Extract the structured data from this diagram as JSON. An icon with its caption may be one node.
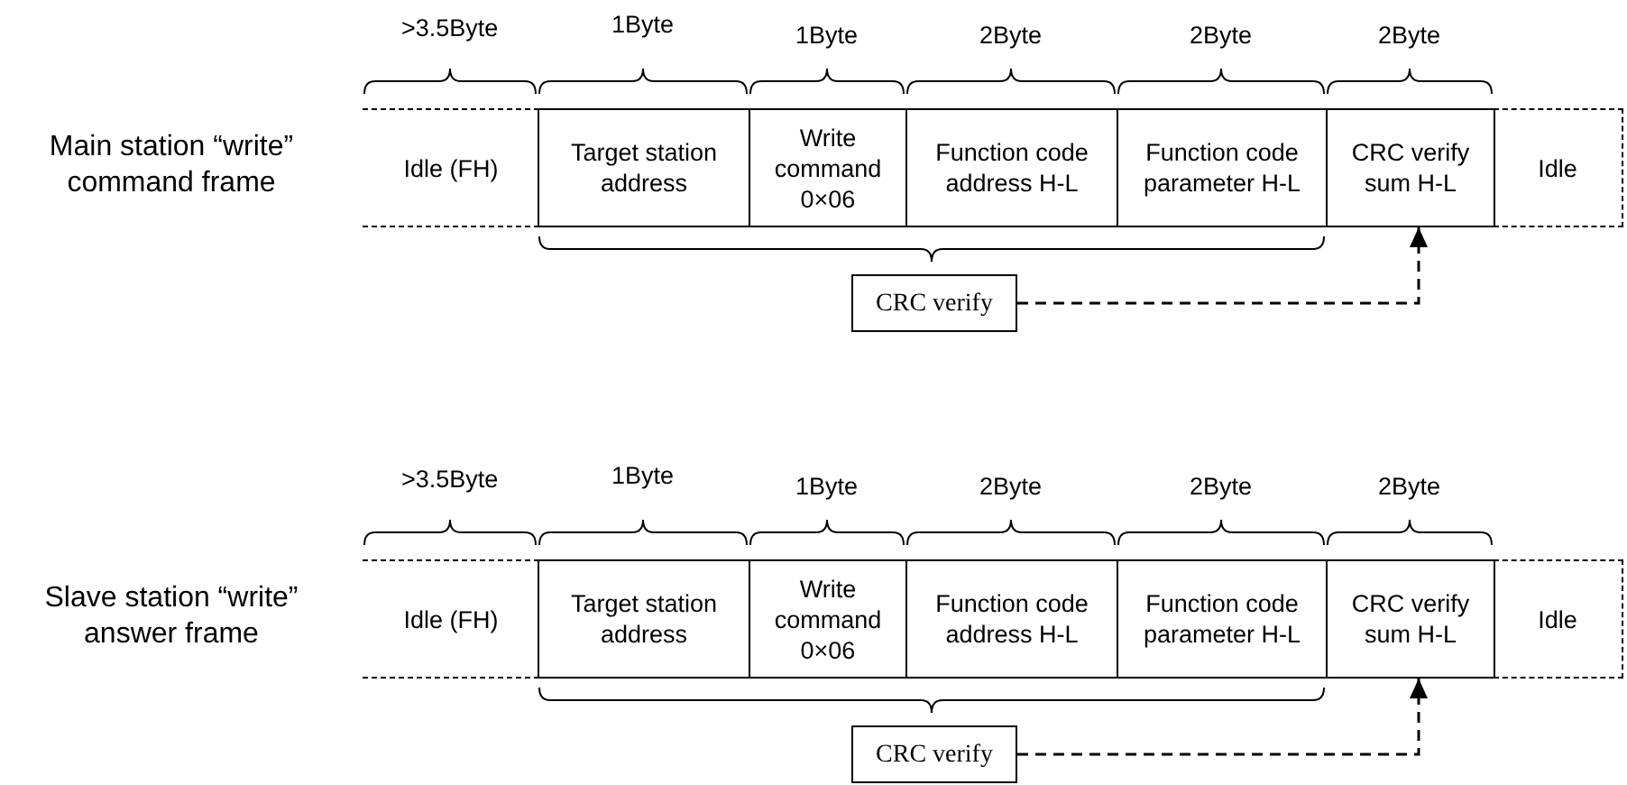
{
  "diagram": {
    "nodes": [
      {
        "text": [
          "Idle (FH)"
        ]
      },
      {
        "text": [
          "Target station address"
        ]
      },
      {
        "text": [
          "Write command 0×06"
        ]
      },
      {
        "text": [
          "Function code address H-L"
        ]
      },
      {
        "text": [
          "Function code parameter H-L"
        ]
      },
      {
        "text": [
          "CRC verify sum H-L"
        ]
      },
      {
        "text": [
          "Idle"
        ]
      },
      {
        "text": [
          "CRC verify"
        ]
      },
      {
        "text": [
          "Idle (FH)"
        ]
      },
      {
        "text": [
          "Target station address"
        ]
      },
      {
        "text": [
          "Write command 0×06"
        ]
      },
      {
        "text": [
          "Function code address H-L"
        ]
      },
      {
        "text": [
          "Function code parameter H-L"
        ]
      },
      {
        "text": [
          "CRC verify sum H-L"
        ]
      },
      {
        "text": [
          "Idle"
        ]
      },
      {
        "text": [
          "CRC verify"
        ]
      }
    ],
    "edges": [
      {
        "from": 7,
        "to": 5,
        "arrow": "to",
        "style": "dashed"
      },
      {
        "from": 15,
        "to": 13,
        "arrow": "to",
        "style": "dashed"
      }
    ],
    "labels": [
      ">3.5Byte",
      "1Byte",
      "1Byte",
      "2Byte",
      "2Byte",
      "2Byte",
      "Main station “write” command frame",
      ">3.5Byte",
      "1Byte",
      "1Byte",
      "2Byte",
      "2Byte",
      "2Byte",
      "Slave station “write” answer frame"
    ]
  }
}
